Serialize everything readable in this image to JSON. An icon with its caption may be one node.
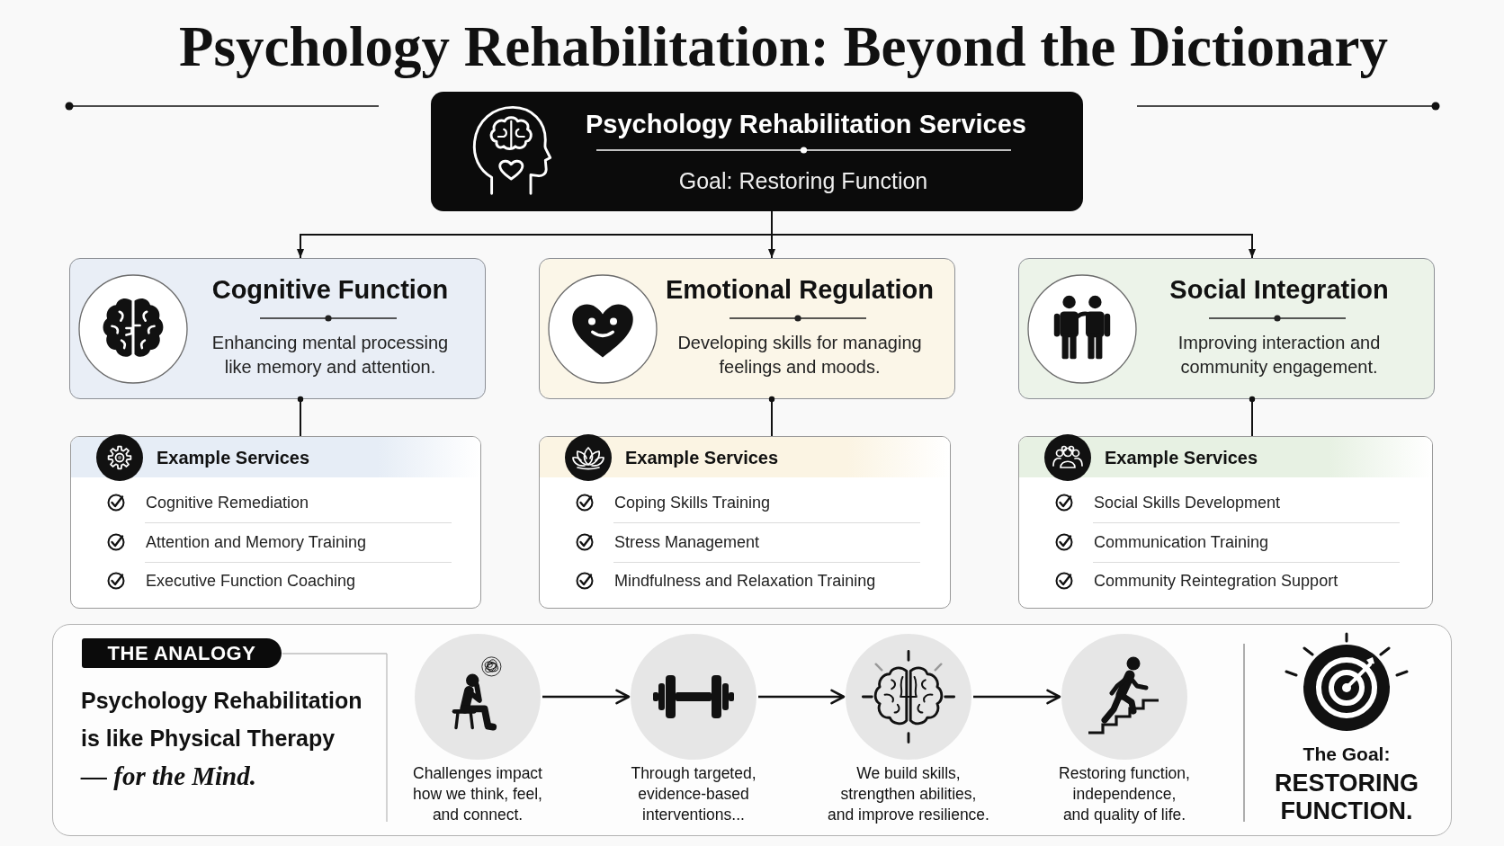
{
  "diagram": {
    "title": "Psychology Rehabilitation: Beyond the Dictionary",
    "nodes": [
      {
        "text": [
          "Psychology Rehabilitation Services",
          "Goal: Restoring Function"
        ]
      },
      {
        "text": [
          "Cognitive Function",
          "Enhancing mental processing like memory and attention."
        ]
      },
      {
        "text": [
          "Emotional Regulation",
          "Developing skills for managing feelings and moods."
        ]
      },
      {
        "text": [
          "Social Integration",
          "Improving interaction and community engagement."
        ]
      },
      {
        "text": [
          "Example Services",
          "Cognitive Remediation",
          "Attention and Memory Training",
          "Executive Function Coaching"
        ]
      },
      {
        "text": [
          "Example Services",
          "Coping Skills Training",
          "Stress Management",
          "Mindfulness and Relaxation Training"
        ]
      },
      {
        "text": [
          "Example Services",
          "Social Skills Development",
          "Communication Training",
          "Community Reintegration Support"
        ]
      },
      {
        "text": [],
        "shape": "box"
      },
      {
        "text": [
          "THE ANALOGY"
        ],
        "in": 7
      },
      {
        "text": [],
        "shape": "circle",
        "in": 7,
        "beside": [
          "Challenges impact how we think, feel, and connect."
        ]
      },
      {
        "text": [],
        "shape": "circle",
        "in": 7,
        "beside": [
          "Through targeted, evidence-based interventions..."
        ]
      },
      {
        "text": [],
        "shape": "circle",
        "in": 7,
        "beside": [
          "We build skills, strengthen abilities, and improve resilience."
        ]
      },
      {
        "text": [],
        "shape": "circle",
        "in": 7,
        "beside": [
          "Restoring function, independence, and quality of life."
        ]
      }
    ],
    "edges": [
      {
        "from": 0,
        "to": 1,
        "arrow": "to"
      },
      {
        "from": 0,
        "to": 2,
        "arrow": "to"
      },
      {
        "from": 0,
        "to": 3,
        "arrow": "to"
      },
      {
        "from": 1,
        "to": 4,
        "arrow": "other"
      },
      {
        "from": 2,
        "to": 5,
        "arrow": "other"
      },
      {
        "from": 3,
        "to": 6,
        "arrow": "other"
      },
      {
        "from": 9,
        "to": 10,
        "arrow": "to"
      },
      {
        "from": 10,
        "to": 11,
        "arrow": "to"
      },
      {
        "from": 11,
        "to": 12,
        "arrow": "to"
      }
    ],
    "labels": [
      "Psychology Rehabilitation is like Physical Therapy *— for the Mind.*",
      "The Goal:",
      "RESTORING FUNCTION."
    ]
  }
}
